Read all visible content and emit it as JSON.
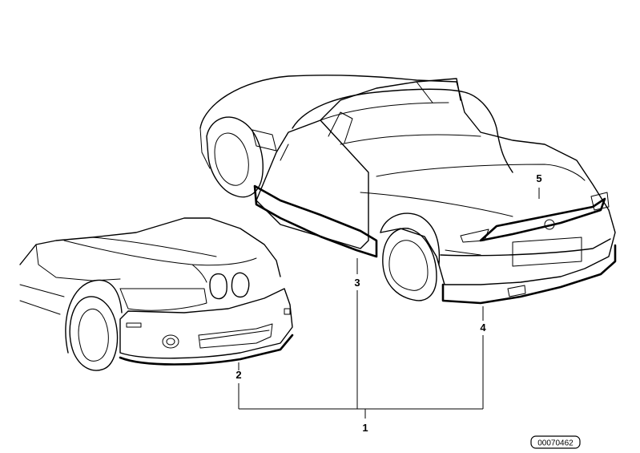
{
  "diagram": {
    "callouts": {
      "c1": "1",
      "c2": "2",
      "c3": "3",
      "c4": "4",
      "c5": "5"
    },
    "image_id": "00070462"
  }
}
